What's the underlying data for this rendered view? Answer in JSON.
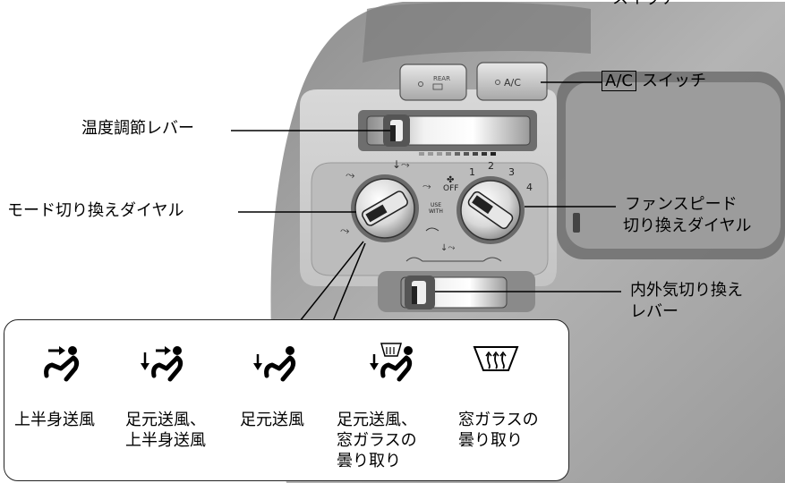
{
  "labels": {
    "switch_top_partial": "スイッチ",
    "ac_key": "A/C",
    "ac_suffix": "スイッチ",
    "temp_lever": "温度調節レバー",
    "mode_dial": "モード切り換えダイヤル",
    "fan_dial_l1": "ファンスピード",
    "fan_dial_l2": "切り換えダイヤル",
    "recirc_l1": "内外気切り換え",
    "recirc_l2": "レバー"
  },
  "panel": {
    "rear_btn": "REAR",
    "ac_btn": "A/C",
    "fan_off": "OFF",
    "fan_speeds": [
      "1",
      "2",
      "3",
      "4"
    ],
    "use_with": [
      "USE",
      "WITH"
    ]
  },
  "modes": [
    {
      "icon": "face-vent-icon",
      "lines": [
        "上半身送風"
      ]
    },
    {
      "icon": "bi-level-vent-icon",
      "lines": [
        "足元送風、",
        "上半身送風"
      ]
    },
    {
      "icon": "foot-vent-icon",
      "lines": [
        "足元送風"
      ]
    },
    {
      "icon": "foot-defrost-icon",
      "lines": [
        "足元送風、",
        "窓ガラスの",
        "曇り取り"
      ]
    },
    {
      "icon": "defrost-icon",
      "lines": [
        "窓ガラスの",
        "曇り取り"
      ]
    }
  ]
}
